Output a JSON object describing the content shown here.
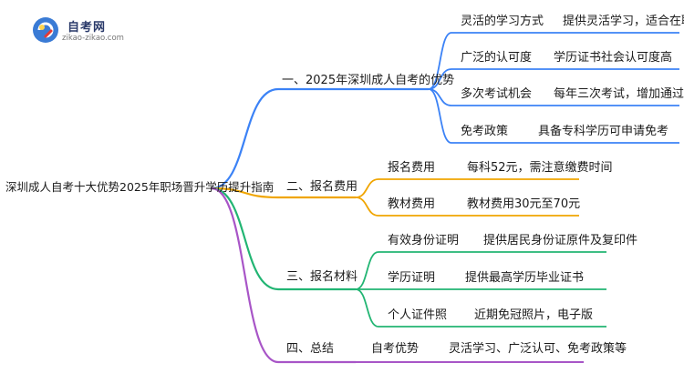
{
  "logo": {
    "name": "自考网",
    "url": "zikao-zikao.com"
  },
  "root": "深圳成人自考十大优势2025年职场晋升学历提升指南",
  "branches": [
    {
      "label": "一、2025年深圳成人自考的优势",
      "color": "#3b82f6",
      "children": [
        {
          "label": "灵活的学习方式",
          "detail": "提供灵活学习，适合在职人员"
        },
        {
          "label": "广泛的认可度",
          "detail": "学历证书社会认可度高"
        },
        {
          "label": "多次考试机会",
          "detail": "每年三次考试，增加通过机会"
        },
        {
          "label": "免考政策",
          "detail": "具备专科学历可申请免考"
        }
      ]
    },
    {
      "label": "二、报名费用",
      "color": "#f0a500",
      "children": [
        {
          "label": "报名费用",
          "detail": "每科52元，需注意缴费时间"
        },
        {
          "label": "教材费用",
          "detail": "教材费用30元至70元"
        }
      ]
    },
    {
      "label": "三、报名材料",
      "color": "#22b573",
      "children": [
        {
          "label": "有效身份证明",
          "detail": "提供居民身份证原件及复印件"
        },
        {
          "label": "学历证明",
          "detail": "提供最高学历毕业证书"
        },
        {
          "label": "个人证件照",
          "detail": "近期免冠照片，电子版"
        }
      ]
    },
    {
      "label": "四、总结",
      "color": "#a855c7",
      "children": [
        {
          "label": "自考优势",
          "detail": "灵活学习、广泛认可、免考政策等"
        }
      ]
    }
  ]
}
